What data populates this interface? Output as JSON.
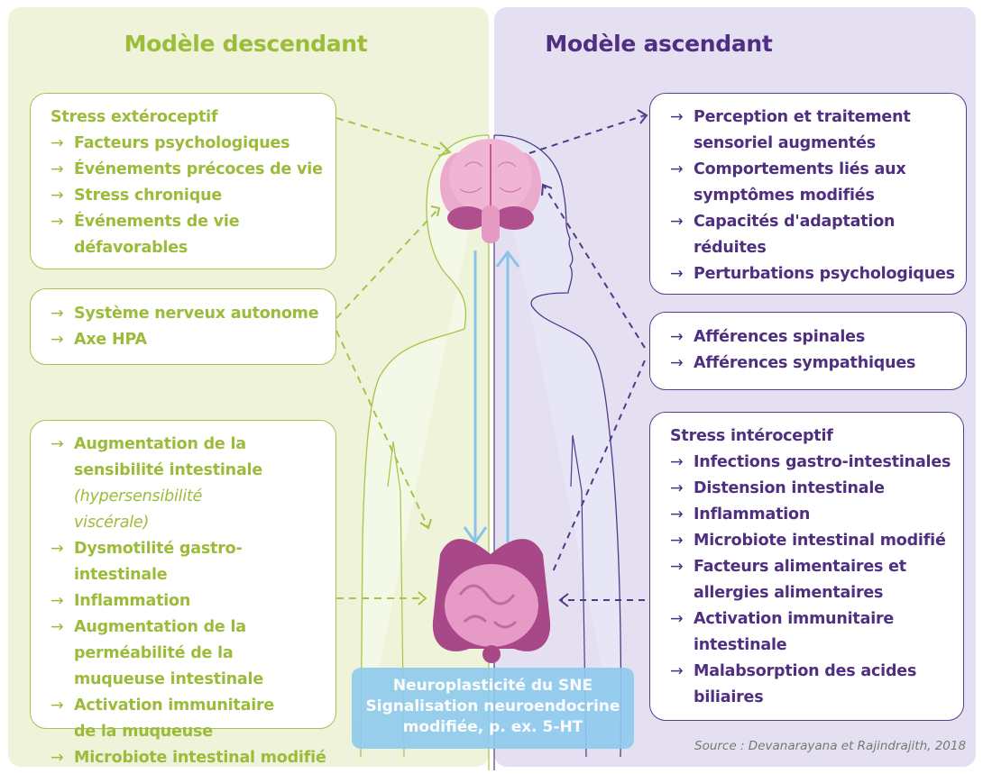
{
  "colors": {
    "green_accent": "#9dbb3a",
    "purple_accent": "#4f3080",
    "left_background": "#eef3da",
    "right_background": "#e4e0f1",
    "blue_signal": "#8ecbee"
  },
  "left_panel": {
    "title": "Modèle descendant",
    "boxes": [
      {
        "heading": "Stress extéroceptif",
        "items": [
          "Facteurs psychologiques",
          "Événements précoces de vie",
          "Stress chronique",
          "Événements de vie défavorables"
        ]
      },
      {
        "items": [
          "Système nerveux autonome",
          "Axe HPA"
        ]
      },
      {
        "items": [
          "Augmentation de la sensibilité intestinale",
          "Dysmotilité gastro-intestinale",
          "Inflammation",
          "Augmentation de la perméabilité de la muqueuse intestinale",
          "Activation immunitaire de la muqueuse",
          "Microbiote intestinal modifié"
        ],
        "note": "(hypersensibilité viscérale)"
      }
    ]
  },
  "right_panel": {
    "title": "Modèle ascendant",
    "boxes": [
      {
        "items": [
          "Perception et traitement sensoriel augmentés",
          "Comportements liés aux symptômes modifiés",
          "Capacités d'adaptation réduites",
          "Perturbations psychologiques"
        ]
      },
      {
        "items": [
          "Afférences spinales",
          "Afférences sympathiques"
        ]
      },
      {
        "heading": "Stress intéroceptif",
        "items": [
          "Infections gastro-intestinales",
          "Distension intestinale",
          "Inflammation",
          "Microbiote intestinal modifié",
          "Facteurs alimentaires et allergies alimentaires",
          "Activation immunitaire intestinale",
          "Malabsorption des acides biliaires"
        ]
      }
    ]
  },
  "center": {
    "signal_lines": [
      "Neuroplasticité du SNE",
      "Signalisation neuroendocrine",
      "modifiée, p. ex. 5-HT"
    ],
    "icons": [
      "brain-icon",
      "intestine-icon",
      "human-silhouette"
    ]
  },
  "arrow_glyph": "→",
  "source": "Source : Devanarayana et Rajindrajith, 2018"
}
